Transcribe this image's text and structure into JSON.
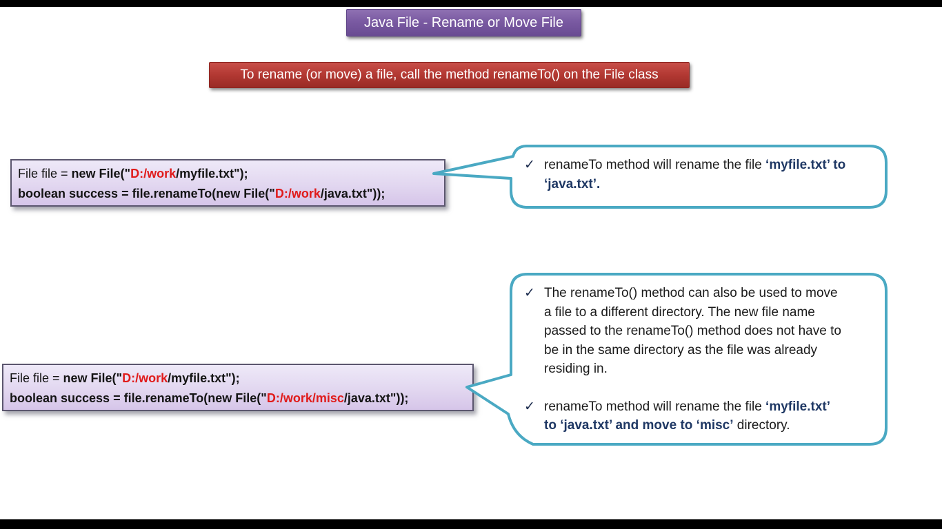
{
  "slide": {
    "title": "Java File - Rename or Move File",
    "subtitle": "To rename (or move) a file, call the method renameTo() on the File class",
    "check_glyph": "✓",
    "colors": {
      "title_bg": "#7a5aa2",
      "subtitle_bg": "#b23832",
      "code_box_bg": "#e2d7f0",
      "code_box_border": "#5b566e",
      "bubble_border": "#4aa9c3",
      "code_path_red": "#e01b1b",
      "emphasis_navy": "#1f3864",
      "letterbox": "#000000"
    },
    "code_box_1": {
      "lines": [
        {
          "segments": [
            {
              "t": "File file = ",
              "s": "n"
            },
            {
              "t": "new File(\"",
              "s": "bold"
            },
            {
              "t": "D:/work",
              "s": "red"
            },
            {
              "t": "/myfile.txt\");",
              "s": "bold"
            }
          ]
        },
        {
          "segments": [
            {
              "t": "boolean success = file.renameTo(new File(\"",
              "s": "bold"
            },
            {
              "t": "D:/work",
              "s": "red"
            },
            {
              "t": "/java.txt\"));",
              "s": "bold"
            }
          ]
        }
      ]
    },
    "code_box_2": {
      "lines": [
        {
          "segments": [
            {
              "t": "File file = ",
              "s": "n"
            },
            {
              "t": "new File(\"",
              "s": "bold"
            },
            {
              "t": "D:/work",
              "s": "red"
            },
            {
              "t": "/myfile.txt\");",
              "s": "bold"
            }
          ]
        },
        {
          "segments": [
            {
              "t": "boolean success = file.renameTo(new File(\"",
              "s": "bold"
            },
            {
              "t": "D:/work/misc",
              "s": "red"
            },
            {
              "t": "/java.txt\"));",
              "s": "bold"
            }
          ]
        }
      ]
    },
    "bubble_1": {
      "bullets": [
        {
          "segments": [
            {
              "t": "renameTo method will rename the file ",
              "s": "n"
            },
            {
              "t": "‘myfile.txt’ to ‘java.txt’.",
              "s": "navy"
            }
          ]
        }
      ]
    },
    "bubble_2": {
      "bullets": [
        {
          "segments": [
            {
              "t": "The renameTo() method can also be used to move a file to a different directory. The new file name passed to the renameTo() method does not have to be in the same directory as the file was already residing in.",
              "s": "n"
            }
          ]
        },
        {
          "segments": [
            {
              "t": "renameTo method will rename the file ",
              "s": "n"
            },
            {
              "t": "‘myfile.txt’ to ‘java.txt’ and move to ‘misc’",
              "s": "navy"
            },
            {
              "t": " directory.",
              "s": "n"
            }
          ]
        }
      ]
    }
  }
}
